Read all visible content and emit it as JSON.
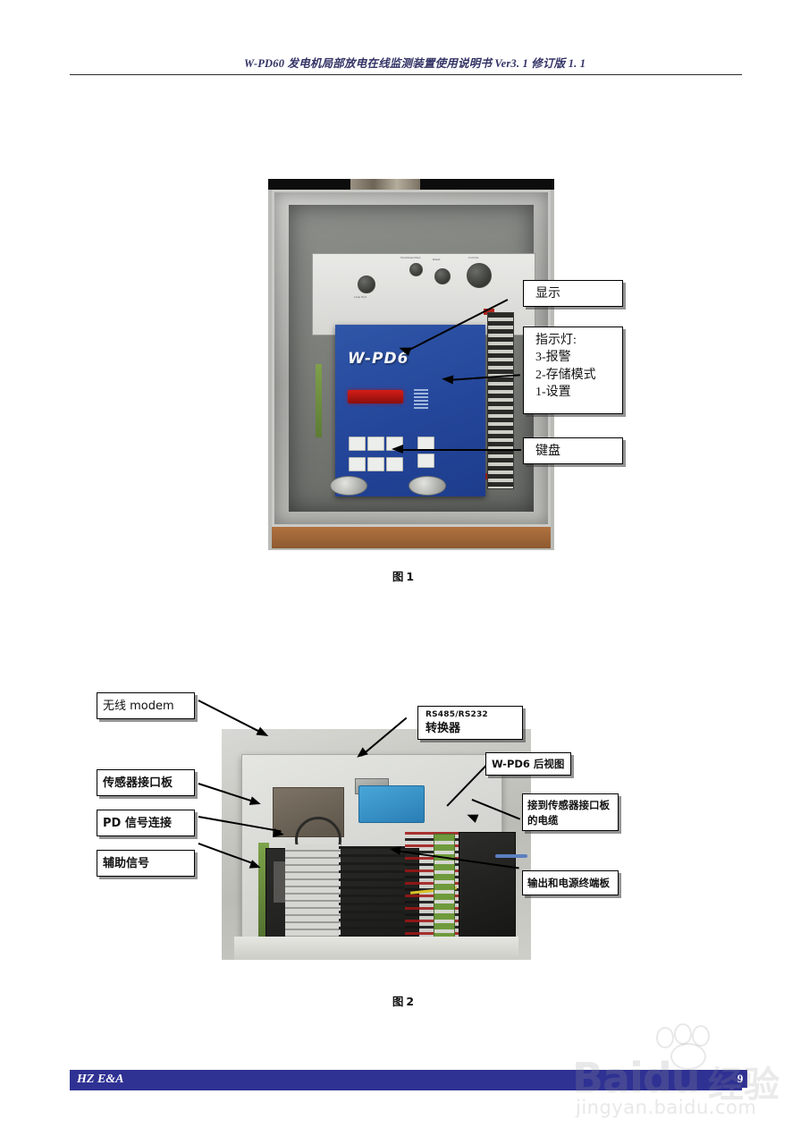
{
  "document": {
    "header_text": "W-PD60 发电机局部放电在线监测装置使用说明书 Ver3. 1 修订版 1. 1",
    "footer_label": "HZ E&A",
    "page_number": "9"
  },
  "figure1": {
    "caption_prefix": "图",
    "caption_number": "1",
    "device_logo": "W-PD6",
    "callouts": [
      {
        "id": "display",
        "text": "显示"
      },
      {
        "id": "indicator-lights",
        "lines": [
          "指示灯:",
          "3-报警",
          "2-存储模式",
          "1-设置"
        ]
      },
      {
        "id": "keypad",
        "text": "键盘"
      }
    ]
  },
  "figure2": {
    "caption_prefix": "图",
    "caption_number": "2",
    "callouts": [
      {
        "id": "wireless-modem",
        "text": "无线 modem"
      },
      {
        "id": "sensor-interface-board",
        "text": "传感器接口板"
      },
      {
        "id": "pd-signal-connection",
        "text": "PD 信号连接"
      },
      {
        "id": "auxiliary-signal",
        "text": "辅助信号"
      },
      {
        "id": "rs-converter",
        "line1": "RS485/RS232",
        "line2": "转换器"
      },
      {
        "id": "wpd6-rear-view",
        "text": "W-PD6 后视图"
      },
      {
        "id": "sensor-cable",
        "line1": "接到传感器接口板",
        "line2": "的电缆"
      },
      {
        "id": "output-power-terminal-board",
        "text": "输出和电源终端板"
      }
    ]
  },
  "watermark": {
    "brand": "Baidu",
    "brand_cn": "经验",
    "url": "jingyan.baidu.com"
  },
  "colors": {
    "header_text": "#333366",
    "footer_bar": "#2f3193",
    "device_panel": "#24469a",
    "display_red": "#d41d17"
  }
}
